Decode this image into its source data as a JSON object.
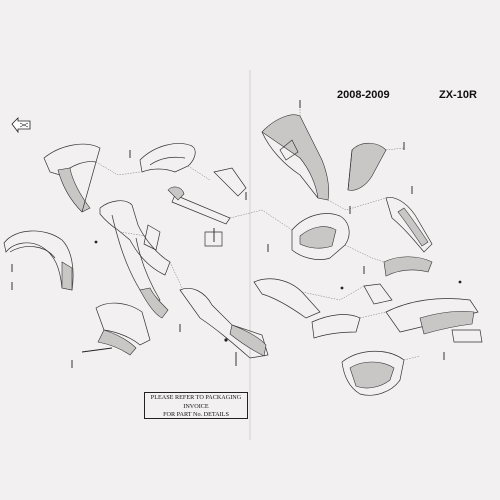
{
  "header": {
    "year_range": "2008-2009",
    "model": "ZX-10R"
  },
  "note": {
    "lines": [
      "PLEASE REFER TO PACKAGING INVOICE",
      "FOR PART No. DETAILS"
    ]
  },
  "colors": {
    "paper": "#f2f0f0",
    "ink": "#333333",
    "fill": "#c9c6c6"
  },
  "icons": {
    "front_direction": "arrow-icon"
  }
}
